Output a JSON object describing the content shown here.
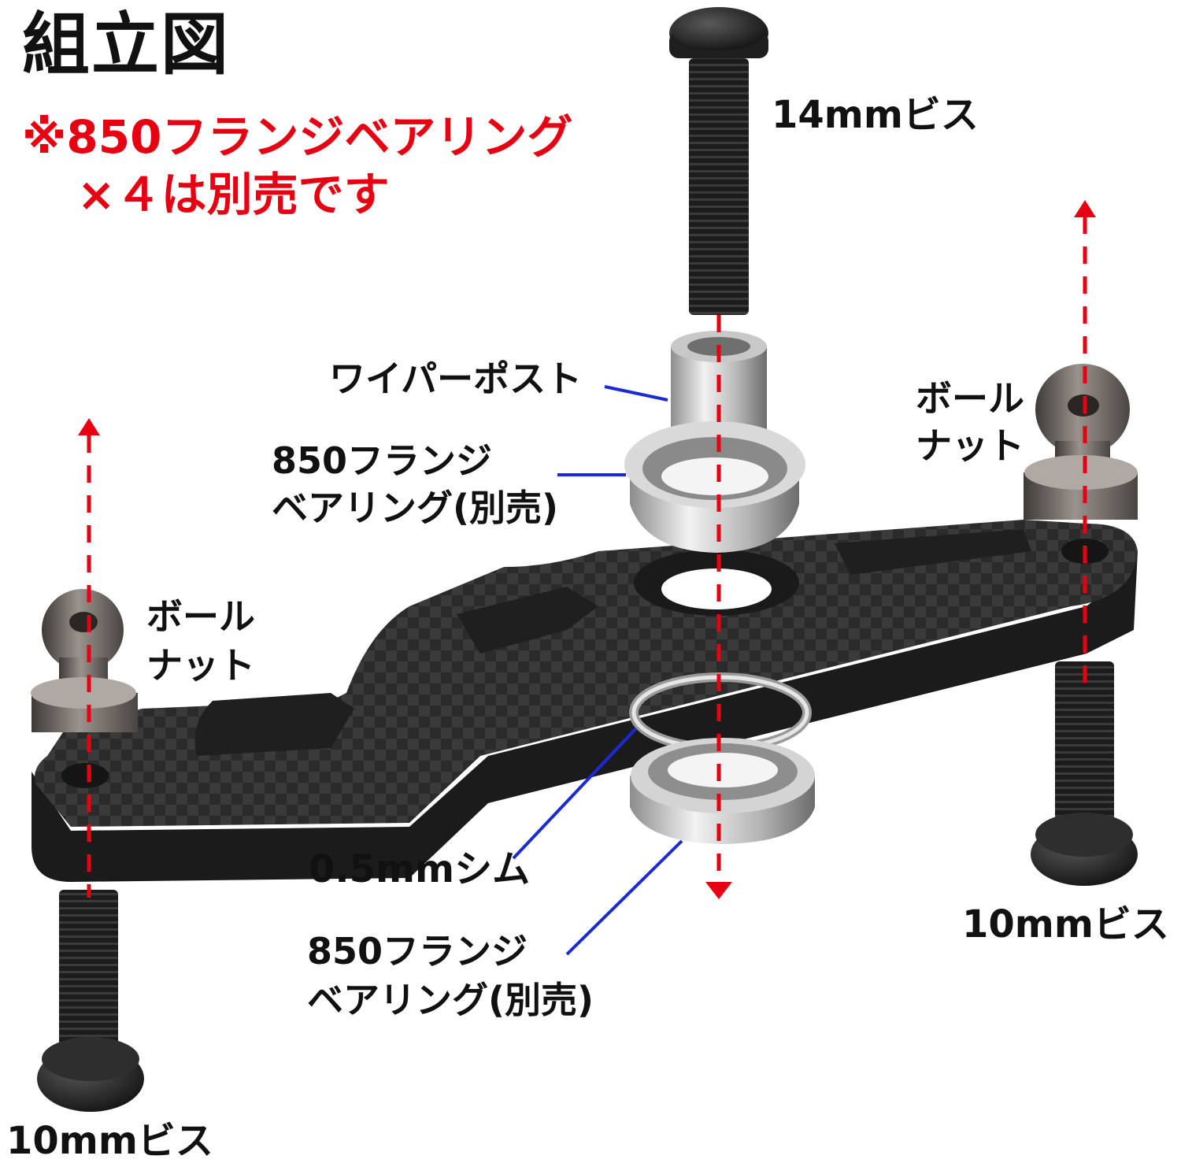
{
  "title": "組立図",
  "note": {
    "line1": "※850フランジベアリング",
    "line2": "×４は別売です"
  },
  "labels": {
    "top_screw": "14mmビス",
    "wiper_post": "ワイパーポスト",
    "upper_bearing_line1": "850フランジ",
    "upper_bearing_line2": "ベアリング(別売)",
    "ball_nut_right_line1": "ボール",
    "ball_nut_right_line2": "ナット",
    "ball_nut_left_line1": "ボール",
    "ball_nut_left_line2": "ナット",
    "shim": "0.5mmシム",
    "lower_bearing_line1": "850フランジ",
    "lower_bearing_line2": "ベアリング(別売)",
    "screw_right": "10mmビス",
    "screw_left": "10mmビス"
  },
  "colors": {
    "note_text": "#e60012",
    "axis_arrow": "#e60012",
    "leader_line": "#1a2bd6",
    "text": "#111111"
  }
}
